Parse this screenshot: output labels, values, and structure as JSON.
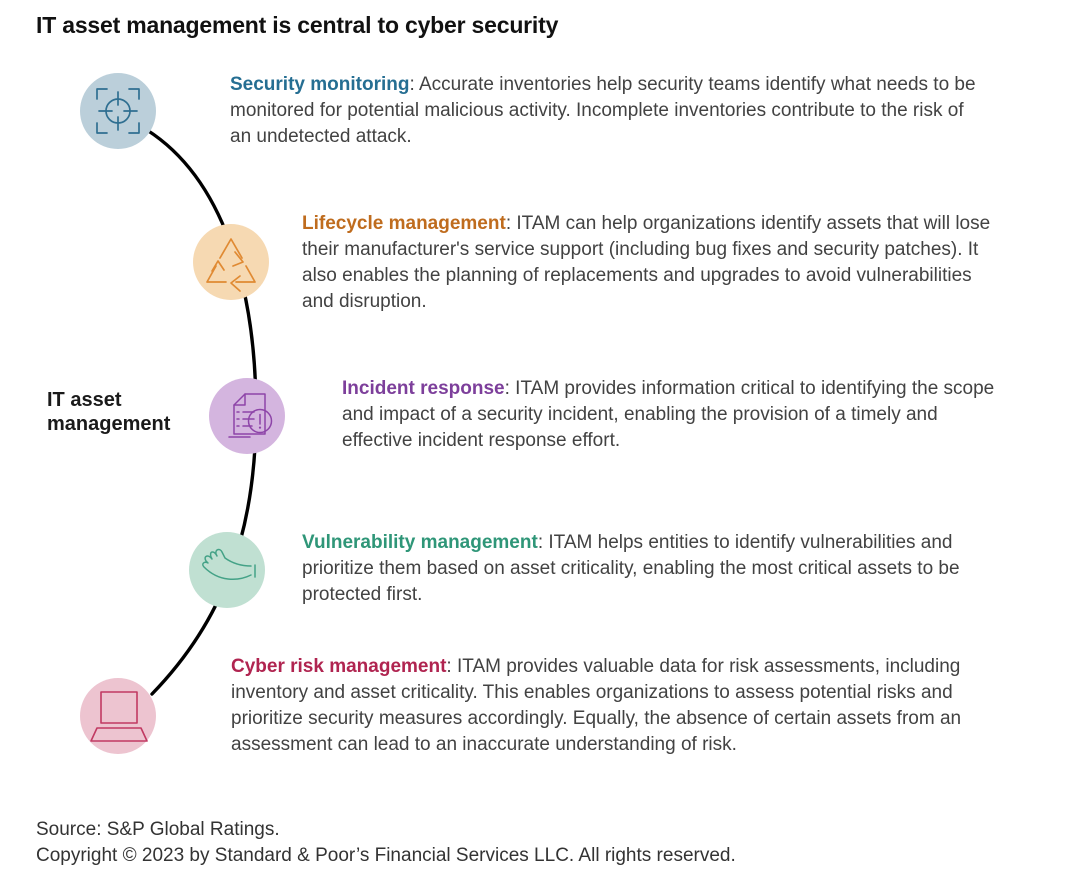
{
  "title": "IT asset management is central to cyber security",
  "center_label": {
    "line1": "IT asset",
    "line2": "management"
  },
  "sections": [
    {
      "heading": "Security monitoring",
      "body": ": Accurate inventories help security teams identify what needs to be monitored for potential malicious activity. Incomplete inventories contribute to the risk of an undetected attack.",
      "heading_color": "#256e92",
      "circle_fill": "#bbcfda",
      "icon_color": "#2f6f91",
      "icon": "target-icon"
    },
    {
      "heading": "Lifecycle management",
      "body": ": ITAM can help organizations identify assets that will lose their manufacturer's service support (including bug fixes and security patches). It also enables the planning of replacements and upgrades to avoid vulnerabilities and disruption.",
      "heading_color": "#bf6c1e",
      "circle_fill": "#f6d9b2",
      "icon_color": "#e08a33",
      "icon": "recycle-icon"
    },
    {
      "heading": "Incident response",
      "body": ": ITAM provides information critical to identifying the scope and impact of a security incident, enabling the provision of a timely and effective incident response effort.",
      "heading_color": "#7d3f9b",
      "circle_fill": "#d4b5df",
      "icon_color": "#8d44a8",
      "icon": "document-alert-icon"
    },
    {
      "heading": "Vulnerability management",
      "body": ": ITAM helps entities to identify vulnerabilities and prioritize them based on asset criticality, enabling the most critical assets to be protected first.",
      "heading_color": "#2f9678",
      "circle_fill": "#c0e0d2",
      "icon_color": "#44a287",
      "icon": "open-hand-icon"
    },
    {
      "heading": "Cyber risk management",
      "body": ": ITAM provides valuable data for risk assessments, including inventory and asset criticality. This enables organizations to assess potential risks and prioritize security measures accordingly. Equally, the absence of certain assets from an assessment can lead to an inaccurate understanding of risk.",
      "heading_color": "#b02450",
      "circle_fill": "#edc4d0",
      "icon_color": "#c13a62",
      "icon": "laptop-icon"
    }
  ],
  "diagram": {
    "curve_color": "#000000"
  },
  "footer": {
    "source": "Source: S&P Global Ratings.",
    "copyright": "Copyright © 2023 by Standard & Poor’s Financial Services LLC. All rights reserved."
  }
}
